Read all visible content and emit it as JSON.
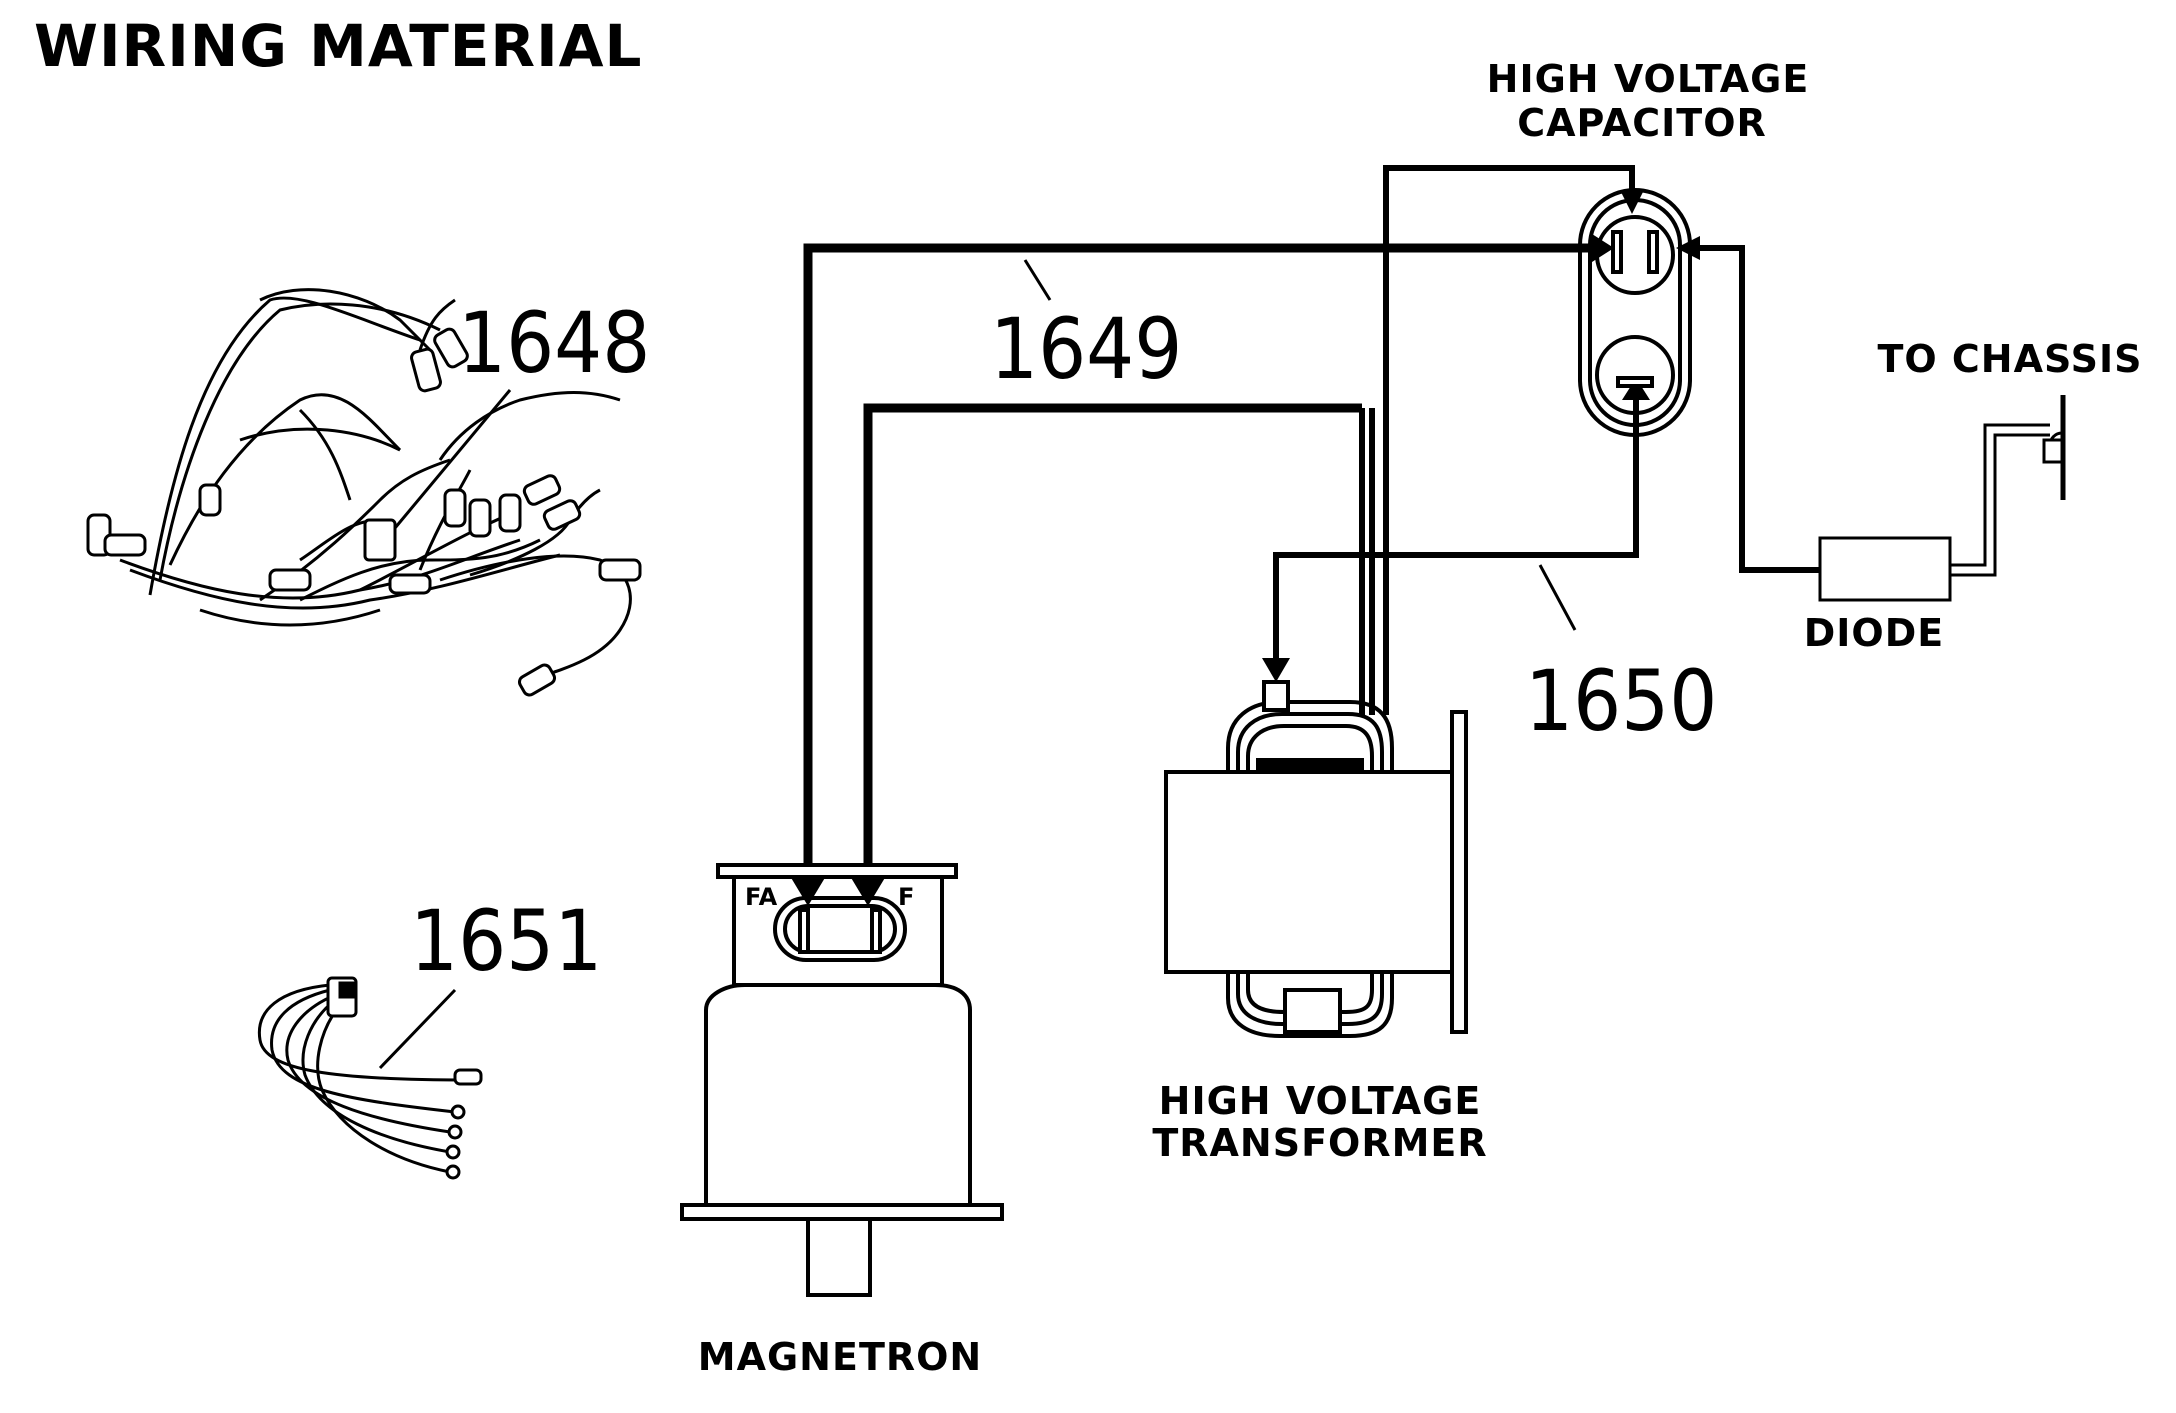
{
  "title": "WIRING MATERIAL",
  "parts": {
    "p1648": "1648",
    "p1649": "1649",
    "p1650": "1650",
    "p1651": "1651"
  },
  "components": {
    "capacitor_line1": "HIGH VOLTAGE",
    "capacitor_line2": "CAPACITOR",
    "transformer_line1": "HIGH VOLTAGE",
    "transformer_line2": "TRANSFORMER",
    "magnetron": "MAGNETRON",
    "diode": "DIODE",
    "chassis": "TO CHASSIS",
    "terminal_fa": "FA",
    "terminal_f": "F"
  }
}
